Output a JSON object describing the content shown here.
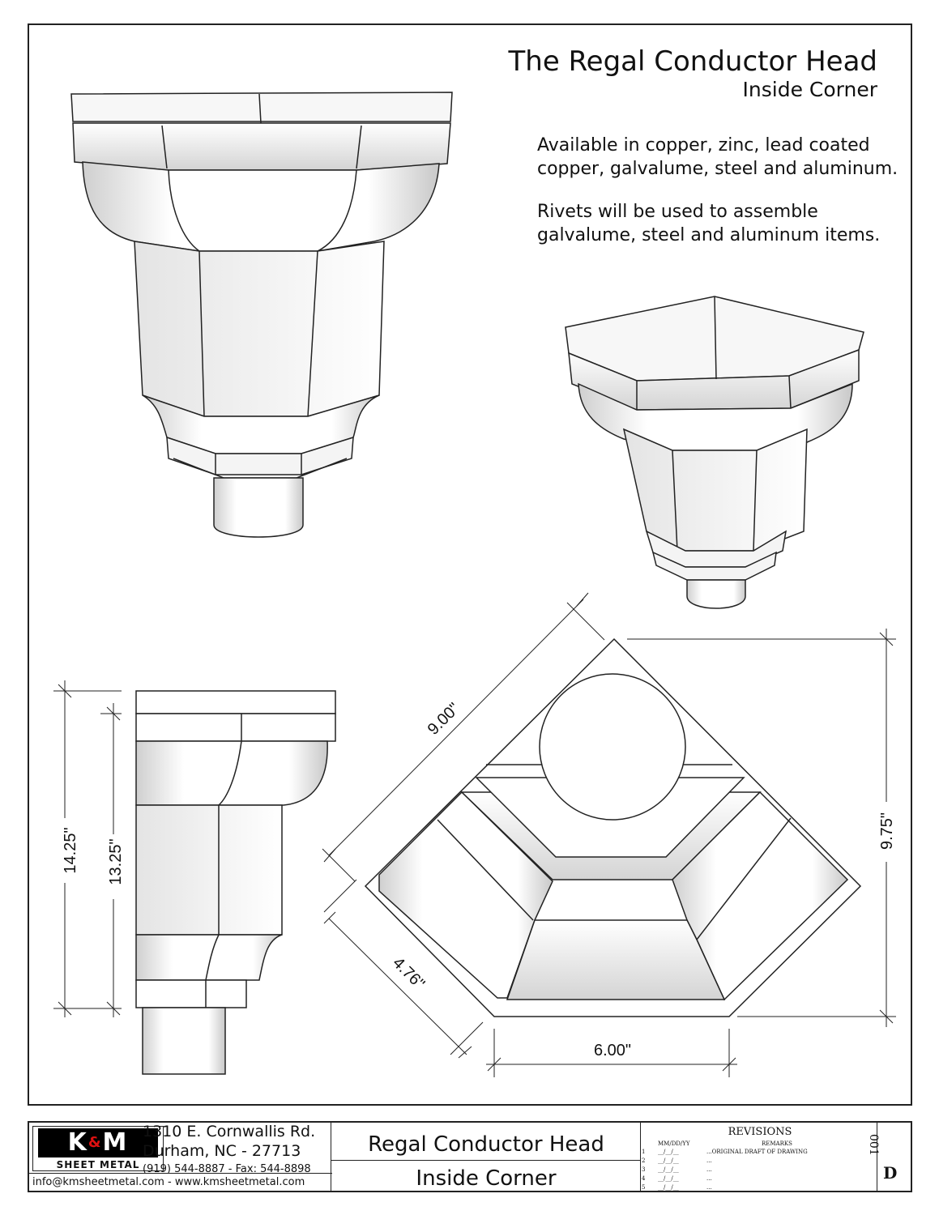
{
  "title": "The Regal Conductor Head",
  "subtitle": "Inside Corner",
  "notes": [
    "Available in copper, zinc, lead coated",
    "copper, galvalume, steel and aluminum.",
    "Rivets will be used to assemble",
    "galvalume, steel and aluminum items."
  ],
  "dimensions": {
    "height_overall": "14.25\"",
    "height_body": "13.25\"",
    "diagonal_side": "9.00\"",
    "short_side": "4.76\"",
    "bottom_width": "6.00\"",
    "depth": "9.75\""
  },
  "titleblock": {
    "logo_text": "K",
    "logo_amp": "&",
    "logo_text2": "M",
    "logo_sub": "SHEET METAL",
    "address_line1": "1310 E. Cornwallis Rd.",
    "address_line2": "Durham, NC - 27713",
    "phone": "(919) 544-8887 - Fax: 544-8898",
    "contact": "info@kmsheetmetal.com - www.kmsheetmetal.com",
    "product_name": "Regal Conductor Head",
    "product_variant": "Inside Corner",
    "revisions_title": "REVISIONS",
    "rev_col_date": "MM/DD/YY",
    "rev_col_remarks": "REMARKS",
    "revisions": [
      {
        "num": "1",
        "date": "__/__/__",
        "remarks": "...ORIGINAL DRAFT OF DRAWING"
      },
      {
        "num": "2",
        "date": "__/__/__",
        "remarks": "..."
      },
      {
        "num": "3",
        "date": "__/__/__",
        "remarks": "..."
      },
      {
        "num": "4",
        "date": "__/__/__",
        "remarks": "..."
      },
      {
        "num": "5",
        "date": "__/__/__",
        "remarks": "..."
      }
    ],
    "sheet_letter": "D",
    "sheet_number": "001"
  }
}
